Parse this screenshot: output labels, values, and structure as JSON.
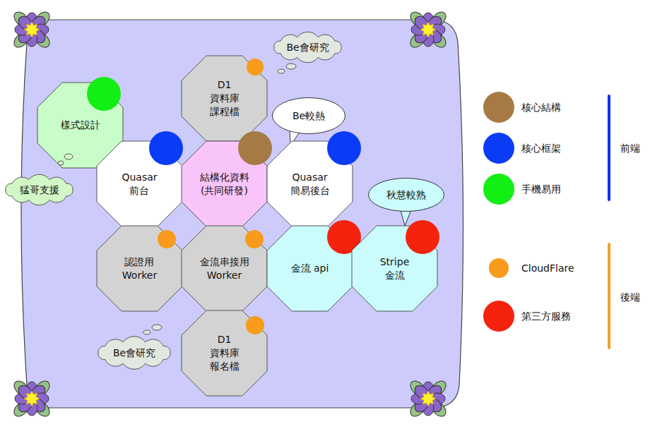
{
  "diagram": {
    "nodes": [
      {
        "text": [
          "Be會研究"
        ]
      },
      {
        "text": [
          "D1 資料庫 課程檔"
        ]
      },
      {
        "text": [
          "樣式設計"
        ]
      },
      {
        "text": [
          "Be較熱"
        ]
      },
      {
        "text": [
          "Quasar 前台"
        ]
      },
      {
        "text": [
          "結構化資料 (共同研發)"
        ]
      },
      {
        "text": [
          "Quasar 簡易後台"
        ]
      },
      {
        "text": [
          "猛哥支援"
        ]
      },
      {
        "text": [
          "秋慧較熟"
        ]
      },
      {
        "text": [
          "認證用 Worker"
        ]
      },
      {
        "text": [
          "金流串接用 Worker"
        ]
      },
      {
        "text": [
          "金流 api"
        ]
      },
      {
        "text": [
          "Stripe 金流"
        ]
      },
      {
        "text": [
          "D1 資料庫 報名檔"
        ]
      },
      {
        "text": [
          "Be會研究"
        ]
      }
    ],
    "labels": [
      "前端",
      "後端"
    ],
    "legend": [
      {
        "text": "核心結構",
        "color": "#a57a45"
      },
      {
        "text": "核心框架",
        "color": "#0a3cf5"
      },
      {
        "text": "手機易用",
        "color": "#12ef12"
      },
      {
        "text": "CloudFlare",
        "color": "#f89b1c"
      },
      {
        "text": "第三方服務",
        "color": "#f5220d"
      }
    ]
  }
}
